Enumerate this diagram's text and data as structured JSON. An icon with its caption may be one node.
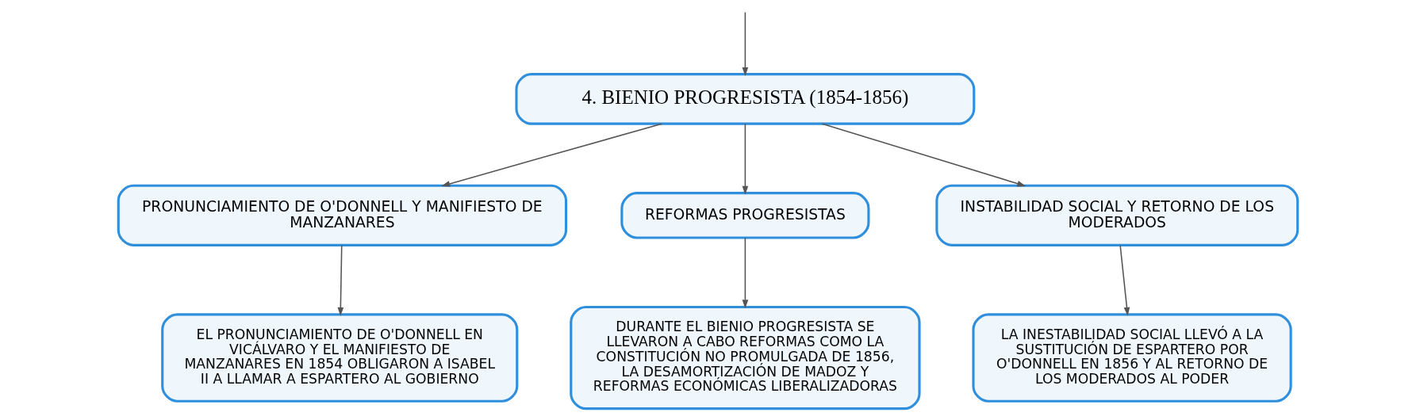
{
  "diagram": {
    "nodes": [
      {
        "text": [
          "4. BIENIO PROGRESISTA (1854-1856)"
        ]
      },
      {
        "text": [
          "PRONUNCIAMIENTO DE O'DONNELL Y MANIFIESTO DE MANZANARES"
        ]
      },
      {
        "text": [
          "REFORMAS PROGRESISTAS"
        ]
      },
      {
        "text": [
          "INSTABILIDAD SOCIAL Y RETORNO DE LOS MODERADOS"
        ]
      },
      {
        "text": [
          "EL PRONUNCIAMIENTO DE O'DONNELL EN VICÁLVARO Y EL MANIFIESTO DE MANZANARES EN 1854 OBLIGARON A ISABEL II A LLAMAR A ESPARTERO AL GOBIERNO"
        ]
      },
      {
        "text": [
          "DURANTE EL BIENIO PROGRESISTA SE LLEVARON A CABO REFORMAS COMO LA CONSTITUCIÓN NO PROMULGADA DE 1856, LA DESAMORTIZACIÓN DE MADOZ Y REFORMAS ECONÓMICAS LIBERALIZADORAS"
        ]
      },
      {
        "text": [
          "LA INESTABILIDAD SOCIAL LLEVÓ A LA SUSTITUCIÓN DE ESPARTERO POR O'DONNELL EN 1856 Y AL RETORNO DE LOS MODERADOS AL PODER"
        ]
      }
    ],
    "edges": [
      {
        "from": null,
        "to": 0,
        "arrow": "to"
      },
      {
        "from": 0,
        "to": 1,
        "arrow": "to"
      },
      {
        "from": 0,
        "to": 2,
        "arrow": "to"
      },
      {
        "from": 0,
        "to": 3,
        "arrow": "to"
      },
      {
        "from": 1,
        "to": 4,
        "arrow": "to"
      },
      {
        "from": 2,
        "to": 5,
        "arrow": "to"
      },
      {
        "from": 3,
        "to": 6,
        "arrow": "to"
      }
    ]
  }
}
